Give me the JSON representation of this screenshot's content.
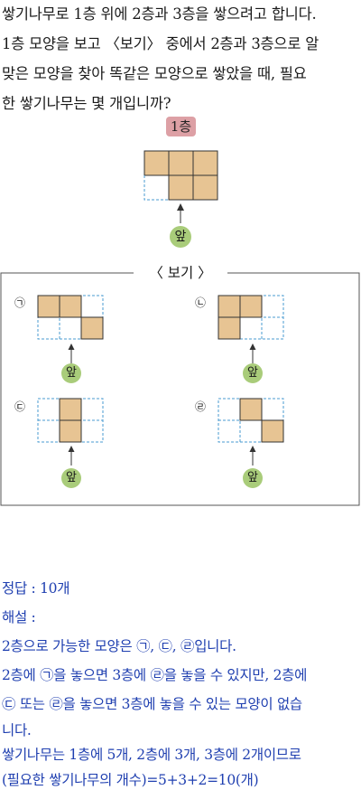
{
  "question": {
    "lines": [
      "쌓기나무로 1층 위에 2층과 3층을 쌓으려고 합니다.",
      "1층 모양을 보고 〈보기〉 중에서 2층과 3층으로 알",
      "맞은 모양을 찾아 똑같은 모양으로 쌓았을 때, 필요",
      "한 쌓기나무는 몇 개입니까?"
    ]
  },
  "figure": {
    "floor_tag": "1층",
    "front_label": "앞"
  },
  "bogi": {
    "title": "〈 보기 〉",
    "options": [
      {
        "label": "㉠",
        "front": "앞"
      },
      {
        "label": "㉡",
        "front": "앞"
      },
      {
        "label": "㉢",
        "front": "앞"
      },
      {
        "label": "㉣",
        "front": "앞"
      }
    ]
  },
  "answer": {
    "lines": [
      "정답 : 10개",
      "해설 :",
      "2층으로 가능한 모양은 ㉠, ㉢, ㉣입니다.",
      "2층에 ㉠을 놓으면 3층에 ㉣을 놓을 수 있지만, 2층에",
      "㉢ 또는 ㉣을 놓으면 3층에 놓을 수 있는 모양이 없습",
      "니다.",
      "쌓기나무는 1층에 5개, 2층에 3개, 3층에 2개이므로",
      "(필요한 쌓기나무의 개수)=5+3+2=10(개)"
    ]
  },
  "colors": {
    "block_fill": "#e7c493",
    "grid_dashed": "#4a9bd1",
    "front_circle": "#a9cc7a",
    "tag_fill": "#dda0a5",
    "answer_text": "#1f3fb0"
  }
}
